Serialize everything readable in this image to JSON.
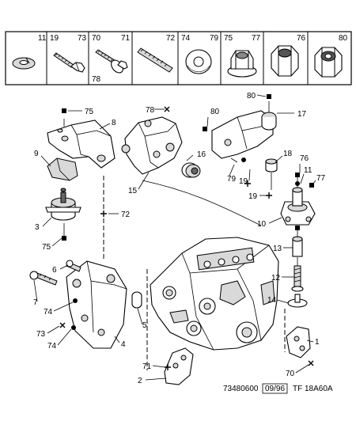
{
  "hardware_table": [
    {
      "ids": [
        "11"
      ]
    },
    {
      "ids": [
        "19",
        "73"
      ]
    },
    {
      "ids": [
        "70",
        "71",
        "78"
      ]
    },
    {
      "ids": [
        "72"
      ]
    },
    {
      "ids": [
        "74",
        "79"
      ]
    },
    {
      "ids": [
        "75",
        "77"
      ]
    },
    {
      "ids": [
        "76"
      ]
    },
    {
      "ids": [
        "80"
      ]
    }
  ],
  "callouts": {
    "c1": "1",
    "c2": "2",
    "c3": "3",
    "c4": "4",
    "c5": "5",
    "c6": "6",
    "c7": "7",
    "c8": "8",
    "c9": "9",
    "c10": "10",
    "c11": "11",
    "c12": "12",
    "c13": "13",
    "c14": "14",
    "c15": "15",
    "c16": "16",
    "c17": "17",
    "c18": "18",
    "c19a": "19",
    "c19b": "19",
    "c70": "70",
    "c71": "71",
    "c72": "72",
    "c73": "73",
    "c74a": "74",
    "c74b": "74",
    "c75a": "75",
    "c75b": "75",
    "c76": "76",
    "c77": "77",
    "c78": "78",
    "c79": "79",
    "c80a": "80",
    "c80b": "80"
  },
  "footer": {
    "ref_number": "73480600",
    "date_code": "09/96",
    "drawing_code": "TF 18A60A"
  }
}
